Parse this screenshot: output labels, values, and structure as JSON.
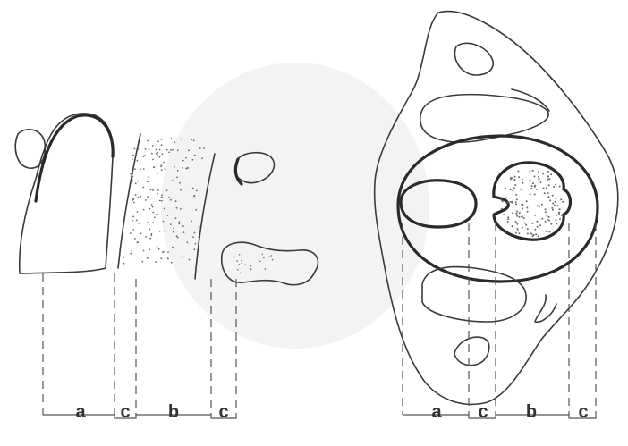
{
  "left_view": {
    "labels": [
      "a",
      "c",
      "b",
      "c"
    ]
  },
  "right_view": {
    "labels": [
      "a",
      "c",
      "b",
      "c"
    ]
  }
}
